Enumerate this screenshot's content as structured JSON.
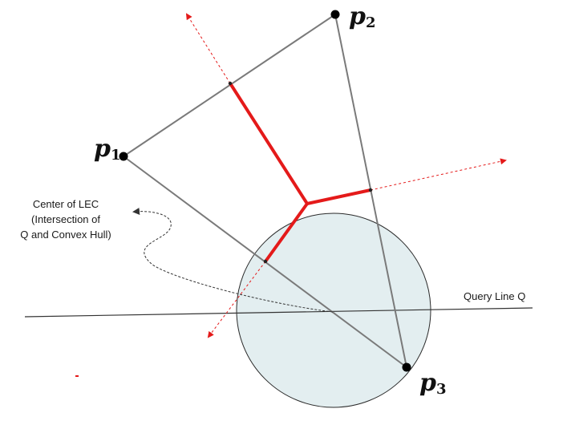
{
  "points": [
    {
      "id": "p1",
      "label": "p",
      "subscript": "1"
    },
    {
      "id": "p2",
      "label": "p",
      "subscript": "2"
    },
    {
      "id": "p3",
      "label": "p",
      "subscript": "3"
    }
  ],
  "annotations": {
    "lec_center": {
      "line1": "Center of LEC",
      "line2": "(Intersection of",
      "line3": "Q and Convex Hull)"
    },
    "query_line": "Query Line Q"
  },
  "colors": {
    "hull_edge": "#7a7a7a",
    "voronoi_edge": "#e41a1a",
    "bisector_extension": "#e41a1a",
    "circle_fill": "#e3eef0",
    "circle_stroke": "#2a2a2a",
    "query_line": "#333333",
    "point": "#000000"
  }
}
